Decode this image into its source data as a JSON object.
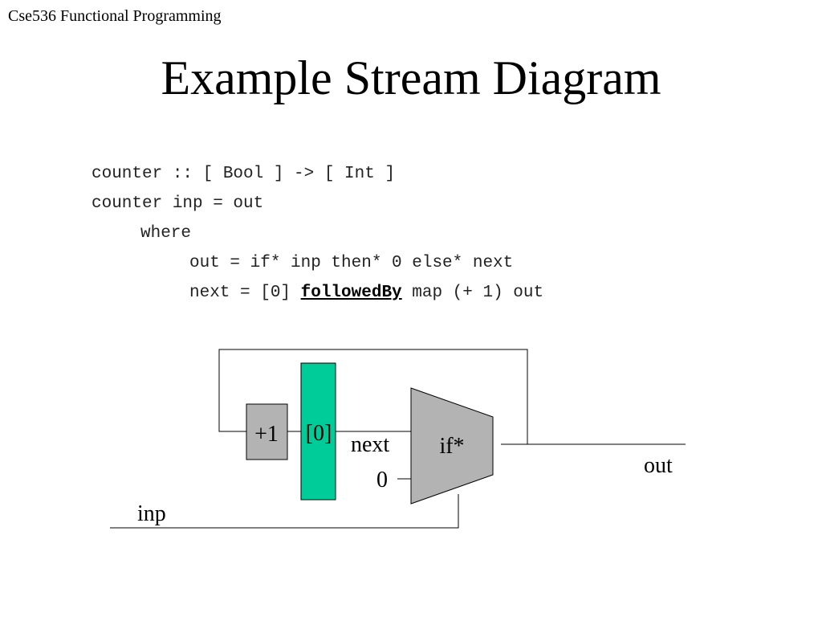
{
  "slide": {
    "header": "Cse536 Functional Programming",
    "title": "Example Stream Diagram"
  },
  "code": {
    "line1": "counter :: [ Bool ] -> [ Int ]",
    "line2": "counter inp = out",
    "line3": "where",
    "line4": "out = if* inp then* 0 else* next",
    "line5_before": "next = [0] ",
    "line5_keyword": "followedBy",
    "line5_after": " map (+ 1) out"
  },
  "diagram": {
    "plus_one_label": "+1",
    "delay_label": "[0]",
    "next_label": "next",
    "mux_label": "if*",
    "zero_label": "0",
    "out_label": "out",
    "inp_label": "inp",
    "colors": {
      "block_gray": "#b3b3b3",
      "delay_green": "#00cc99",
      "wire": "#000000"
    }
  }
}
